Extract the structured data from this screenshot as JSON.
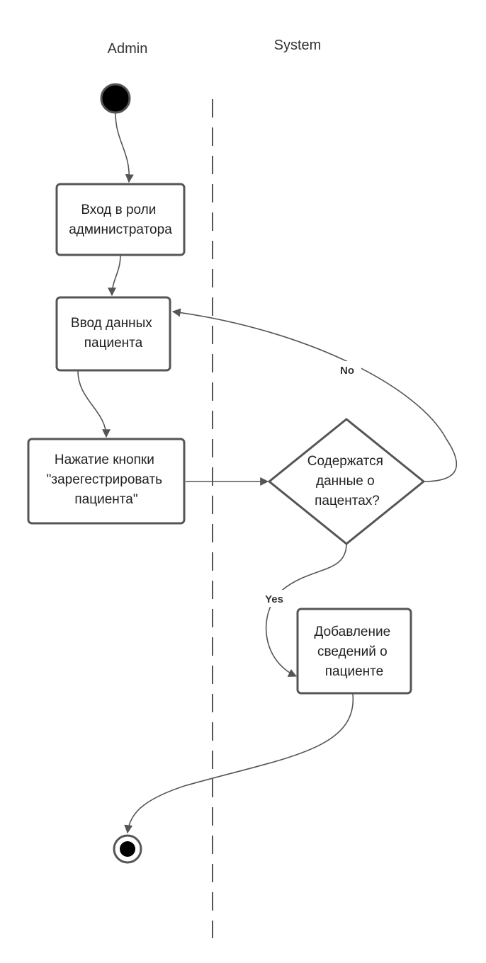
{
  "lanes": {
    "admin": "Admin",
    "system": "System"
  },
  "nodes": {
    "login": [
      "Вход в роли",
      "администратора"
    ],
    "input": [
      "Ввод данных",
      "пациента"
    ],
    "press": [
      "Нажатие кнопки",
      "\"зарегестрировать",
      "пациента\""
    ],
    "decision": [
      "Содержатся",
      "данные о",
      "пацентах?"
    ],
    "add": [
      "Добавление",
      "сведений о",
      "пациенте"
    ]
  },
  "edge_labels": {
    "no": "No",
    "yes": "Yes"
  },
  "colors": {
    "stroke": "#555555",
    "text": "#222222",
    "start_fill": "#000000"
  }
}
